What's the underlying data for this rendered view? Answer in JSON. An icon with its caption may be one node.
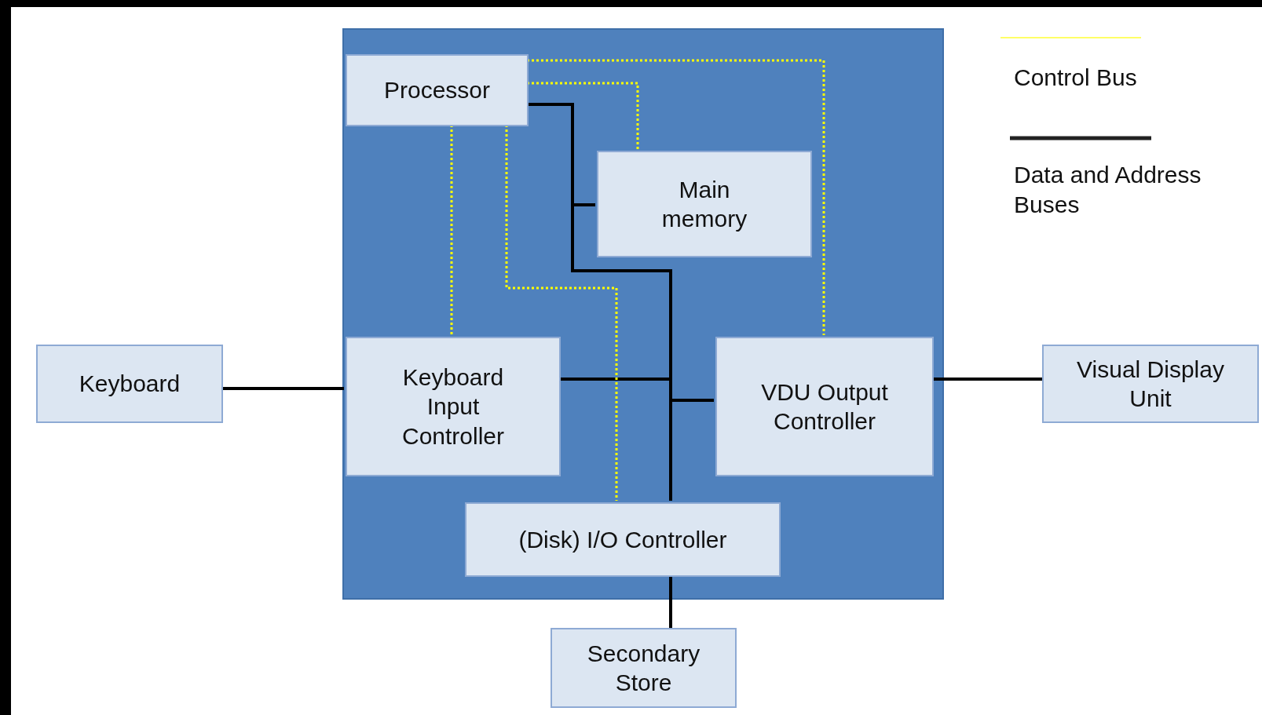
{
  "diagram": {
    "nodes": [
      {
        "text": [],
        "shape": "box"
      },
      {
        "text": [
          "Processor"
        ],
        "in": 0
      },
      {
        "text": [
          "Main memory"
        ],
        "in": 0
      },
      {
        "text": [
          "Keyboard"
        ]
      },
      {
        "text": [
          "Keyboard Input Controller"
        ],
        "in": 0
      },
      {
        "text": [
          "VDU Output Controller"
        ],
        "in": 0
      },
      {
        "text": [
          "Visual Display Unit"
        ]
      },
      {
        "text": [
          "(Disk) I/O Controller"
        ],
        "in": 0
      },
      {
        "text": [
          "Secondary Store"
        ]
      }
    ],
    "edges": [
      {
        "from": 1,
        "to": 2,
        "arrow": "none"
      },
      {
        "from": 1,
        "to": 4,
        "arrow": "none"
      },
      {
        "from": 1,
        "to": 5,
        "arrow": "none"
      },
      {
        "from": 1,
        "to": 7,
        "arrow": "none"
      },
      {
        "from": 1,
        "to": 2,
        "arrow": "none",
        "style": "dashed",
        "color": "#ffff00"
      },
      {
        "from": 1,
        "to": 5,
        "arrow": "none",
        "style": "dashed",
        "color": "#ffff00"
      },
      {
        "from": 1,
        "to": 4,
        "arrow": "none",
        "style": "dashed",
        "color": "#ffff00"
      },
      {
        "from": 1,
        "to": 7,
        "arrow": "none",
        "style": "dashed",
        "color": "#ffff00"
      },
      {
        "from": 3,
        "to": 4,
        "arrow": "none"
      },
      {
        "from": 5,
        "to": 6,
        "arrow": "none"
      },
      {
        "from": 7,
        "to": 8,
        "arrow": "none"
      }
    ],
    "legend": [
      {
        "text": "Control Bus"
      },
      {
        "text": "Data and Address Buses"
      }
    ]
  }
}
